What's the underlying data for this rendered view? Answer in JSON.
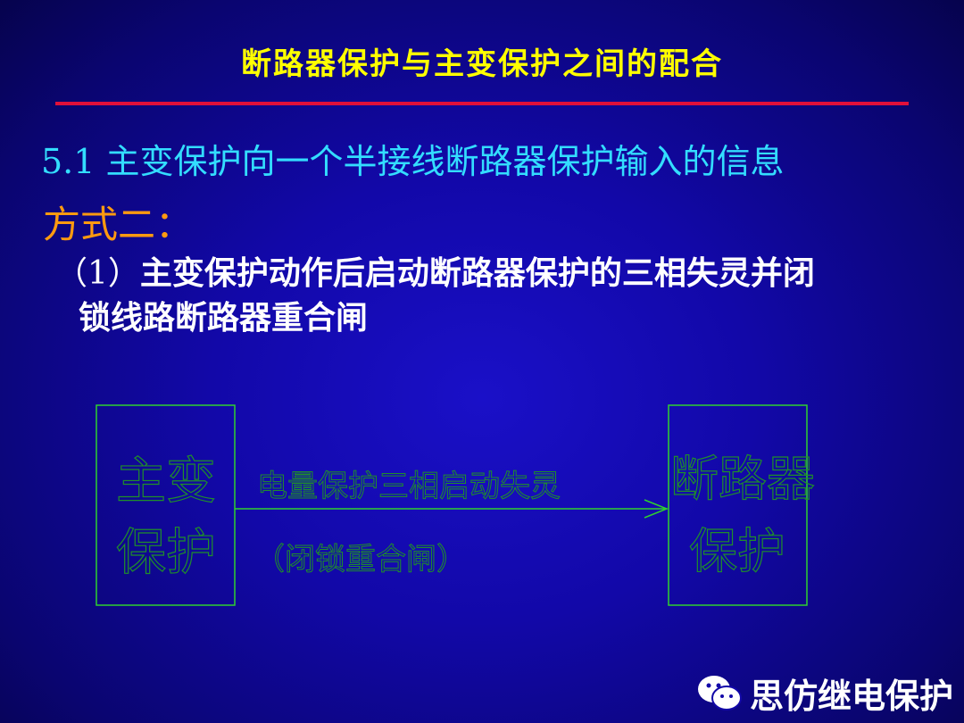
{
  "slide": {
    "title": "断路器保护与主变保护之间的配合",
    "heading": "5.1 主变保护向一个半接线断路器保护输入的信息",
    "method": "方式二：",
    "item_number": "（1）",
    "item_line1": "主变保护动作后启动断路器保护的三相失灵并闭",
    "item_line2": "锁线路断路器重合闸"
  },
  "diagram": {
    "left_box_line1": "主变",
    "left_box_line2": "保护",
    "right_box_line1": "断路器",
    "right_box_line2": "保护",
    "arrow_label_top": "电量保护三相启动失灵",
    "arrow_label_bottom": "（闭锁重合闸）",
    "line_color": "#2fd12f"
  },
  "footer": {
    "brand": "思仿继电保护",
    "icon": "wechat-icon"
  }
}
